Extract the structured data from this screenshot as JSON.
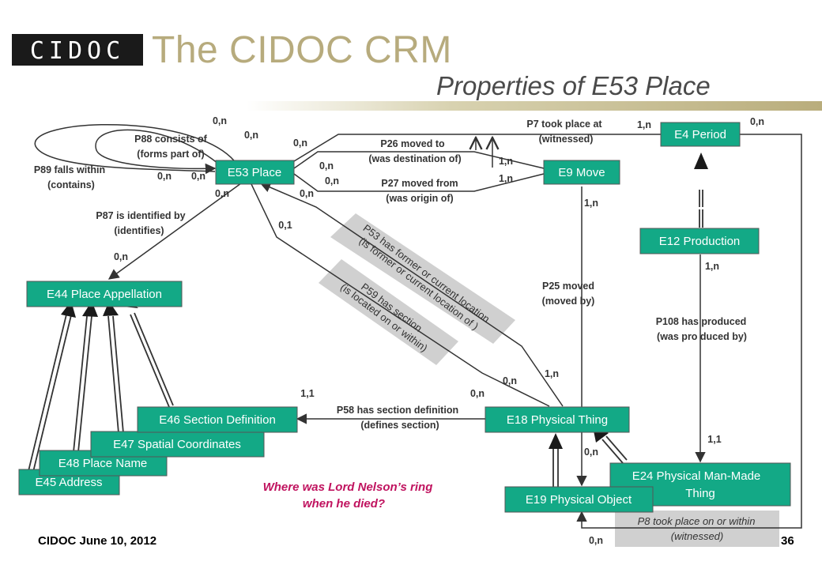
{
  "header": {
    "logo_text": "CIDOC",
    "title": "The CIDOC CRM",
    "subtitle": "Properties of E53 Place"
  },
  "footer": {
    "left": "CIDOC June 10, 2012",
    "page": "36"
  },
  "question": {
    "line1": "Where was Lord Nelson’s ring",
    "line2": "when he died?"
  },
  "nodes": {
    "e53": "E53 Place",
    "e4": "E4 Period",
    "e9": "E9 Move",
    "e12": "E12 Production",
    "e44": "E44 Place Appellation",
    "e46": "E46 Section Definition",
    "e47": "E47 Spatial Coordinates",
    "e48": "E48 Place Name",
    "e45": "E45 Address",
    "e18": "E18 Physical Thing",
    "e19": "E19 Physical Object",
    "e24_l1": "E24 Physical Man-Made",
    "e24_l2": "Thing"
  },
  "properties": {
    "p88_l1": "P88 consists of",
    "p88_l2": "(forms part of)",
    "p89_l1": "P89 falls within",
    "p89_l2": "(contains)",
    "p87_l1": "P87 is identified by",
    "p87_l2": "(identifies)",
    "p26_l1": "P26 moved to",
    "p26_l2": "(was destination of)",
    "p27_l1": "P27 moved from",
    "p27_l2": "(was origin of)",
    "p7_l1": "P7 took place at",
    "p7_l2": "(witnessed)",
    "p25_l1": "P25  moved",
    "p25_l2": "(moved by)",
    "p108_l1": "P108 has  produced",
    "p108_l2": "(was pro duced by)",
    "p58_l1": "P58 has section definition",
    "p58_l2": "(defines section)",
    "p53_l1": "P53 has former or current location",
    "p53_l2": "(is former or current location of )",
    "p59_l1": "P59 has section",
    "p59_l2": "(is located on or within)",
    "p8_l1": "P8 took place on or within",
    "p8_l2": "(witnessed)"
  },
  "cardinalities": {
    "c_p88_top": "0,n",
    "c_p88_right": "0,n",
    "c_p89_a": "0,n",
    "c_p89_b": "0,n",
    "c_e53_top": "0,n",
    "c_e53_bl": "0,n",
    "c_e53_br": "0,n",
    "c_p26_left": "0,n",
    "c_p27_left": "0,n",
    "c_p26_right": "1,n",
    "c_p27_right": "1,n",
    "c_p7_right": "1,n",
    "c_e4_right": "0,n",
    "c_e9_below": "1,n",
    "c_p53_top": "0,1",
    "c_p87_bottom": "0,n",
    "c_e12_below": "1,n",
    "c_p59_bottom": "0,n",
    "c_p53_bottom": "1,n",
    "c_p58_left": "1,1",
    "c_p58_right": "0,n",
    "c_e24_top": "1,1",
    "c_e19_top": "0,n",
    "c_p8_bottom": "0,n"
  }
}
